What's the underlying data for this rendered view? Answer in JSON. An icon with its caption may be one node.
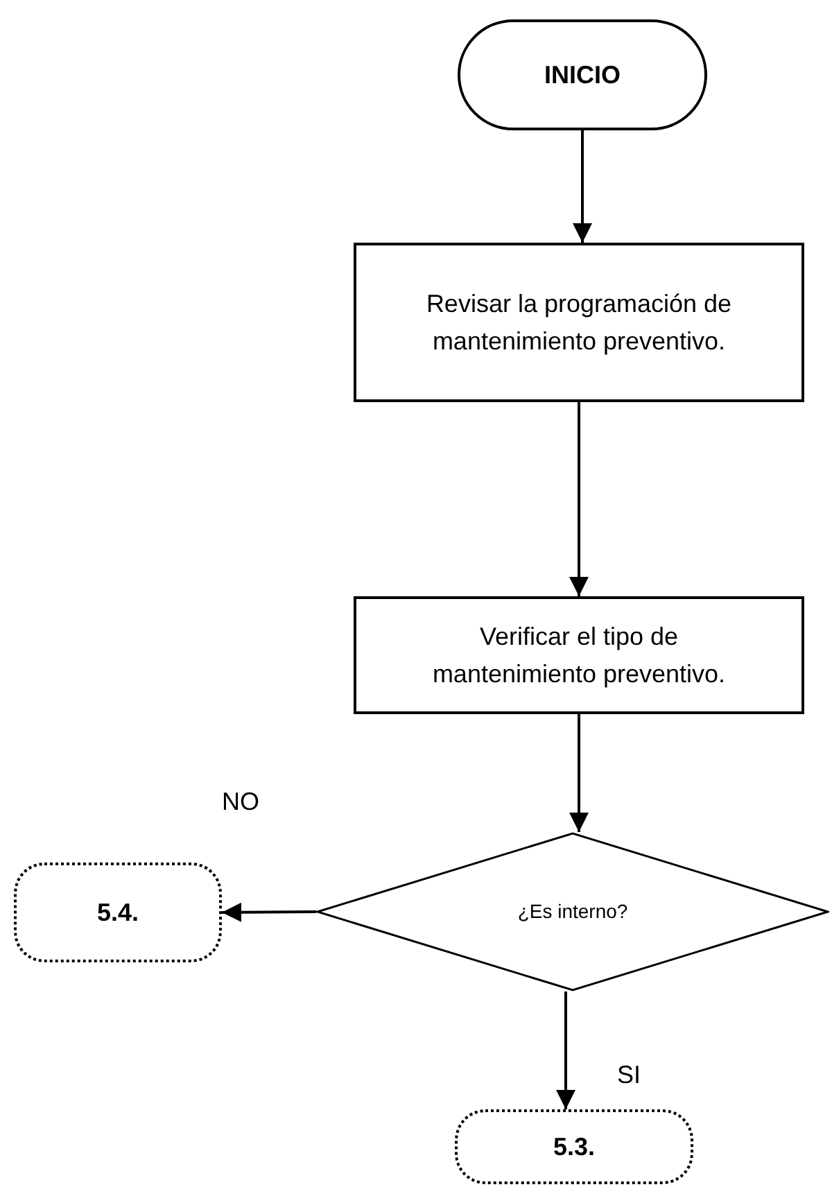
{
  "diagram": {
    "nodes": [
      {
        "text": [
          "INICIO"
        ]
      },
      {
        "text": [
          "Revisar la programación de mantenimiento preventivo."
        ]
      },
      {
        "text": [
          "Verificar el tipo de mantenimiento preventivo."
        ]
      },
      {
        "text": [
          "¿Es interno?"
        ]
      },
      {
        "text": [
          "5.4."
        ]
      },
      {
        "text": [
          "5.3."
        ]
      }
    ],
    "edges": [
      {
        "from": 0,
        "to": 1,
        "arrow": "to"
      },
      {
        "from": 1,
        "to": 2,
        "arrow": "to"
      },
      {
        "from": 2,
        "to": 3,
        "arrow": "to"
      },
      {
        "from": 3,
        "to": 4,
        "arrow": "to",
        "label": "NO"
      },
      {
        "from": 3,
        "to": 5,
        "arrow": "to",
        "label": "SI"
      }
    ]
  }
}
